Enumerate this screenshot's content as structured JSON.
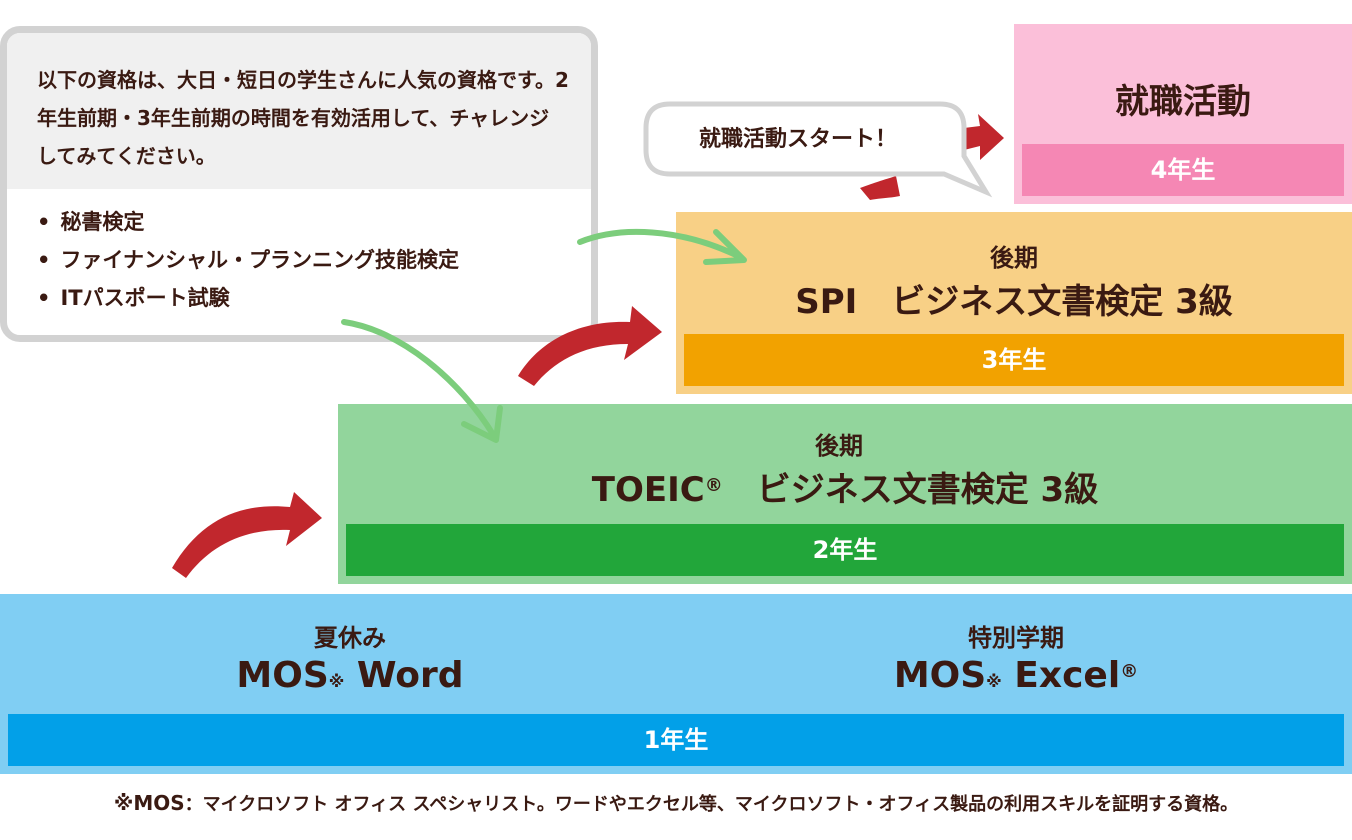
{
  "info": {
    "intro": "以下の資格は、大日・短日の学生さんに人気の資格です。2年生前期・3年生前期の時間を有効活用して、チャレンジしてみてください。",
    "items": [
      "秘書検定",
      "ファイナンシャル・プランニング技能検定",
      "ITパスポート試験"
    ]
  },
  "bubble": {
    "text": "就職活動スタート！"
  },
  "steps": {
    "year4": {
      "title": "就職活動",
      "bar": "4年生"
    },
    "year3": {
      "period": "後期",
      "title": "SPI　ビジネス文書検定 3級",
      "bar": "3年生"
    },
    "year2": {
      "period": "後期",
      "title_main": "TOEIC",
      "reg_mark": "®",
      "title_rest": "　ビジネス文書検定 3級",
      "bar": "2年生"
    },
    "year1": {
      "left": {
        "period": "夏休み",
        "prefix": "MOS",
        "note_mark": "※",
        "name": " Word"
      },
      "right": {
        "period": "特別学期",
        "prefix": "MOS",
        "note_mark": "※",
        "name": " Excel",
        "reg_mark": "®"
      },
      "bar": "1年生"
    }
  },
  "footnote": {
    "label": "※MOS",
    "text": "：マイクロソフト オフィス スペシャリスト。ワードやエクセル等、マイクロソフト・オフィス製品の利用スキルを証明する資格。"
  },
  "colors": {
    "year4_bg": "#fbbfd9",
    "year4_bar": "#f587b4",
    "year3_bg": "#f8d086",
    "year3_bar": "#f2a200",
    "year2_bg": "#92d59c",
    "year2_bar": "#22a63a",
    "year1_bg": "#80cef3",
    "year1_bar": "#02a0e8",
    "arrow_red": "#c1272d",
    "arrow_green": "#7ccd7c"
  }
}
